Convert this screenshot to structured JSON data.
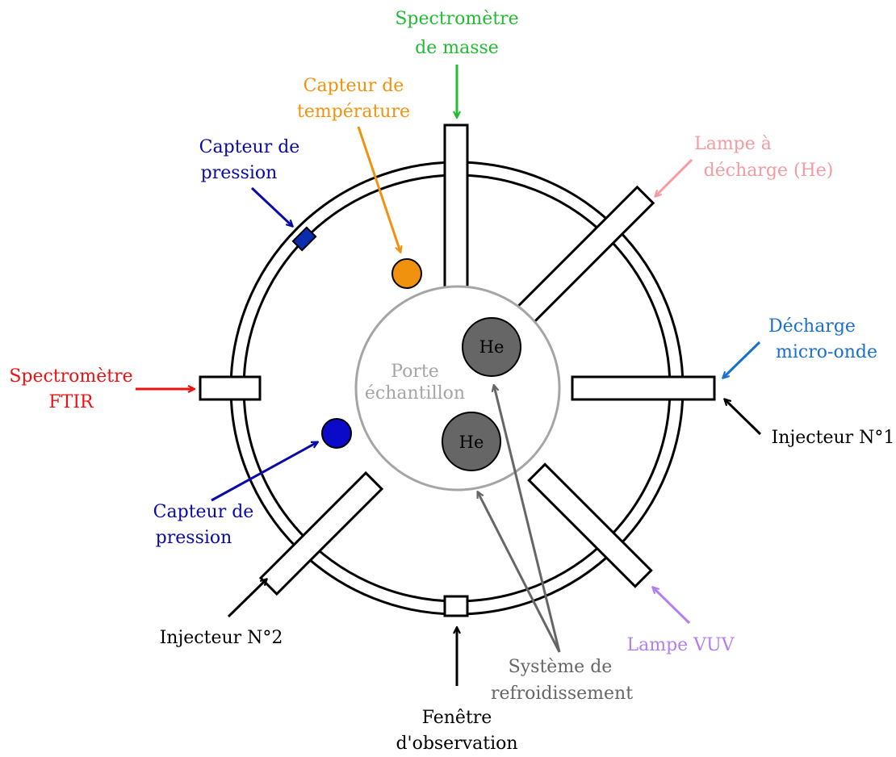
{
  "labels": {
    "spectro_masse": [
      "Spectromètre",
      "de masse"
    ],
    "capteur_temperature": [
      "Capteur de",
      "température"
    ],
    "capteur_pression_top": [
      "Capteur de",
      "pression"
    ],
    "lampe_decharge": [
      "Lampe à",
      "décharge (He)"
    ],
    "decharge_microonde": [
      "Décharge",
      "micro-onde"
    ],
    "spectro_ftir": [
      "Spectromètre",
      "FTIR"
    ],
    "injecteur_1": "Injecteur N°1",
    "capteur_pression_bottom": [
      "Capteur de",
      "pression"
    ],
    "injecteur_2": "Injecteur N°2",
    "lampe_vuv": "Lampe VUV",
    "systeme_refroidissement": [
      "Système de",
      "refroidissement"
    ],
    "fenetre_observation": [
      "Fenêtre",
      "d'observation"
    ],
    "porte_echantillon": [
      "Porte",
      "échantillon"
    ],
    "he_top": "He",
    "he_bottom": "He"
  },
  "colors": {
    "spectro_masse": "#22bb33",
    "capteur_temperature": "#f0920e",
    "capteur_pression": "#0a0aa8",
    "lampe_decharge": "#f49aa0",
    "decharge_microonde": "#1a6fd0",
    "spectro_ftir": "#ee1111",
    "lampe_vuv": "#b27ff0",
    "systeme_refroidissement": "#666666",
    "black": "#000000",
    "porte_echantillon": "#a5a5a5",
    "he_fill": "#666666"
  }
}
